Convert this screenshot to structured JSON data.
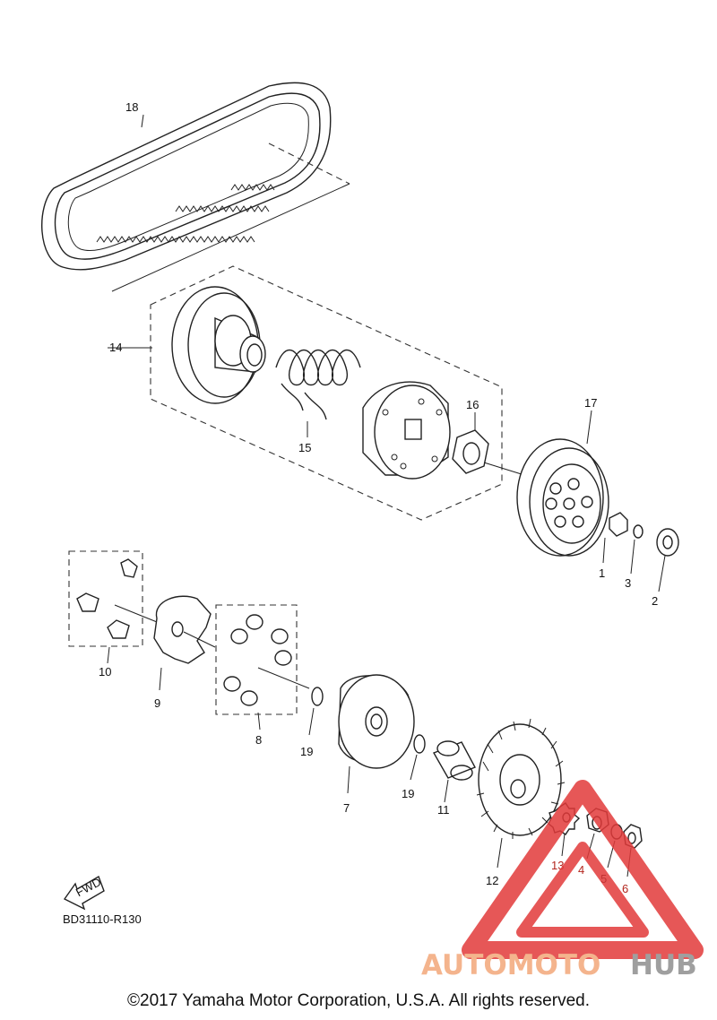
{
  "parts": [
    {
      "id": "1",
      "color": "#111111"
    },
    {
      "id": "2",
      "color": "#111111"
    },
    {
      "id": "3",
      "color": "#111111"
    },
    {
      "id": "4",
      "color": "#b3261e"
    },
    {
      "id": "5",
      "color": "#111111"
    },
    {
      "id": "6",
      "color": "#b3261e"
    },
    {
      "id": "7",
      "color": "#111111"
    },
    {
      "id": "8",
      "color": "#111111"
    },
    {
      "id": "9",
      "color": "#111111"
    },
    {
      "id": "10",
      "color": "#111111"
    },
    {
      "id": "11",
      "color": "#111111"
    },
    {
      "id": "12",
      "color": "#111111"
    },
    {
      "id": "13",
      "color": "#b3261e"
    },
    {
      "id": "14",
      "color": "#111111"
    },
    {
      "id": "15",
      "color": "#111111"
    },
    {
      "id": "16",
      "color": "#111111"
    },
    {
      "id": "17",
      "color": "#111111"
    },
    {
      "id": "18",
      "color": "#111111"
    },
    {
      "id": "19a",
      "label": "19",
      "color": "#111111"
    },
    {
      "id": "19b",
      "label": "19",
      "color": "#111111"
    }
  ],
  "part_labels": {
    "p1": "1",
    "p2": "2",
    "p3": "3",
    "p4": "4",
    "p5": "5",
    "p6": "6",
    "p7": "7",
    "p8": "8",
    "p9": "9",
    "p10": "10",
    "p11": "11",
    "p12": "12",
    "p13": "13",
    "p14": "14",
    "p15": "15",
    "p16": "16",
    "p17": "17",
    "p18": "18",
    "p19a": "19",
    "p19b": "19"
  },
  "fwd_label": "FWD",
  "diagram_code": "BD31110-R130",
  "copyright": "©2017 Yamaha Motor Corporation, U.S.A. All rights reserved.",
  "watermark": {
    "part1": "AUTOMOTO",
    "part2": "HUB",
    "part1_color": "#f3a77a",
    "part2_color": "#8f8f8f",
    "triangle_color": "#e23a3a"
  }
}
